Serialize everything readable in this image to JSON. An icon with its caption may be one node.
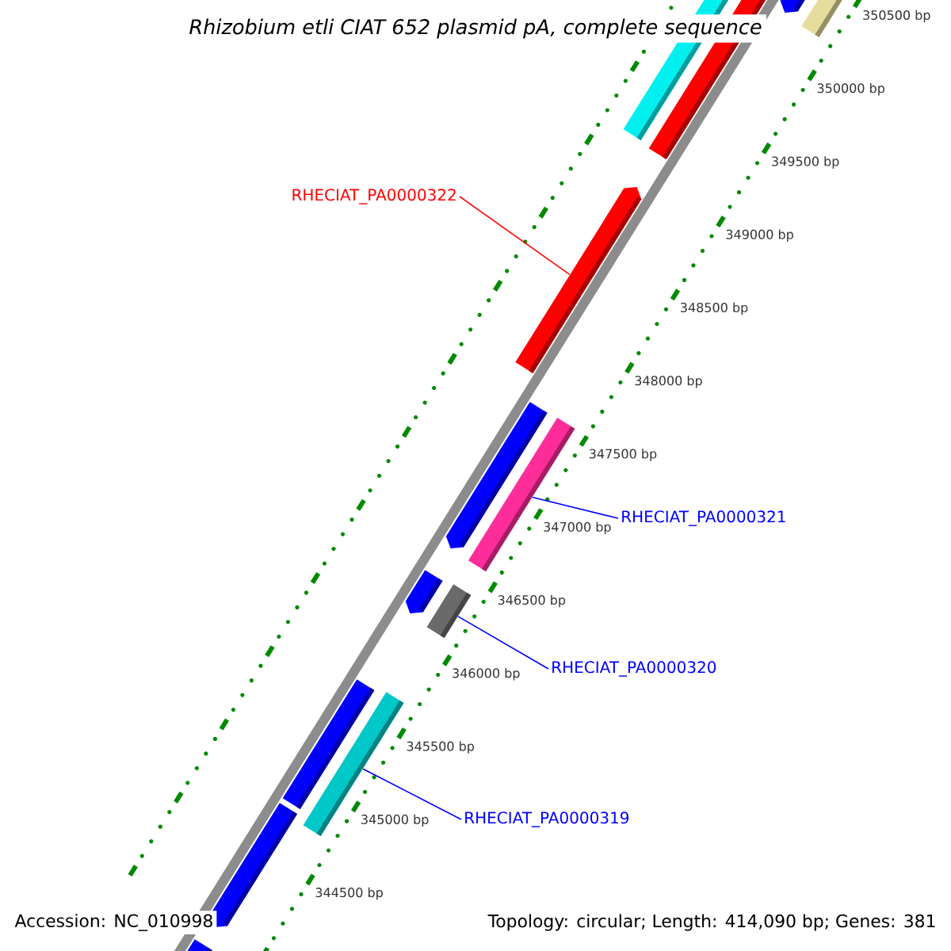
{
  "diagram": {
    "title": "Rhizobium etli CIAT 652 plasmid pA, complete sequence",
    "nodes": [
      {
        "text": [
          "RHECIAT_PA0000322"
        ]
      },
      {
        "text": [],
        "shape": "bar"
      },
      {
        "text": [
          "RHECIAT_PA0000321"
        ]
      },
      {
        "text": [],
        "shape": "bar"
      },
      {
        "text": [
          "RHECIAT_PA0000320"
        ]
      },
      {
        "text": [],
        "shape": "bar"
      },
      {
        "text": [
          "RHECIAT_PA0000319"
        ]
      },
      {
        "text": [],
        "shape": "bar"
      }
    ],
    "edges": [
      {
        "from": 0,
        "to": 1,
        "arrow": "none",
        "color": "#ff0000"
      },
      {
        "from": 2,
        "to": 3,
        "arrow": "none"
      },
      {
        "from": 4,
        "to": 5,
        "arrow": "none"
      },
      {
        "from": 6,
        "to": 7,
        "arrow": "none"
      }
    ],
    "labels": [
      "350500 bp",
      "350000 bp",
      "349500 bp",
      "349000 bp",
      "348500 bp",
      "348000 bp",
      "347500 bp",
      "347000 bp",
      "346500 bp",
      "346000 bp",
      "345500 bp",
      "345000 bp",
      "344500 bp",
      "Accession: NC_010998",
      "Topology: circular; Length: 414,090 bp; Genes: 381"
    ]
  }
}
